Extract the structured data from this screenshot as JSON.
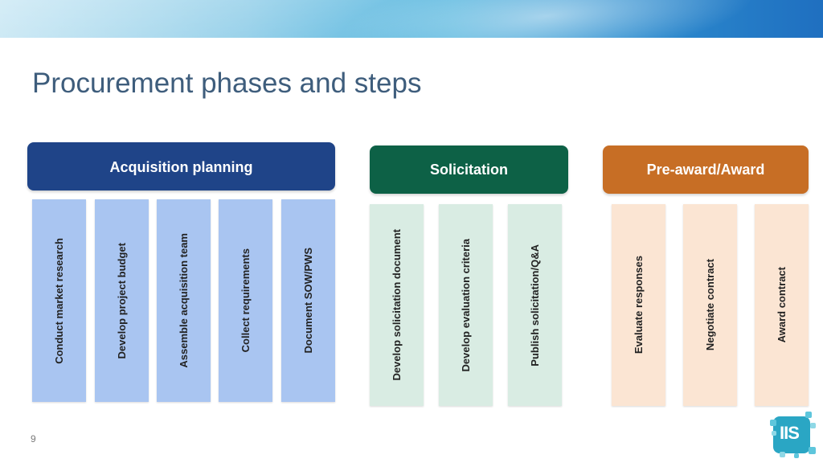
{
  "slide": {
    "title": "Procurement phases and steps",
    "page_number": "9"
  },
  "logo": {
    "text": "IIS"
  },
  "phases": [
    {
      "name": "Acquisition planning",
      "color": "#1f4488",
      "step_color": "#a9c5f1",
      "steps": [
        "Conduct market research",
        "Develop project budget",
        "Assemble acquisition team",
        "Collect requirements",
        "Document SOW/PWS"
      ]
    },
    {
      "name": "Solicitation",
      "color": "#0d6146",
      "step_color": "#d9ece3",
      "steps": [
        "Develop solicitation document",
        "Develop evaluation criteria",
        "Publish solicitation/Q&A"
      ]
    },
    {
      "name": "Pre-award/Award",
      "color": "#c76e25",
      "step_color": "#fbe5d3",
      "steps": [
        "Evaluate responses",
        "Negotiate contract",
        "Award contract"
      ]
    }
  ]
}
